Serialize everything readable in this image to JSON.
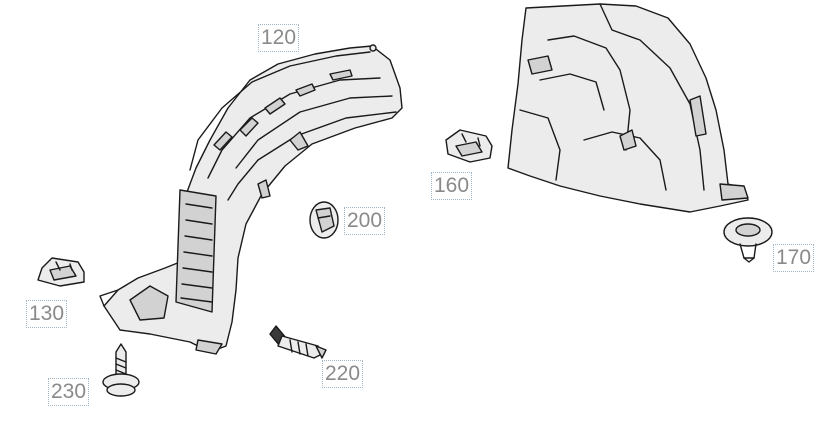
{
  "parts": [
    {
      "id": "p120",
      "label": "120",
      "name": "front wheel arch liner"
    },
    {
      "id": "p130",
      "label": "130",
      "name": "clip nut"
    },
    {
      "id": "p160",
      "label": "160",
      "name": "clip nut"
    },
    {
      "id": "p170",
      "label": "170",
      "name": "push rivet"
    },
    {
      "id": "p200",
      "label": "200",
      "name": "expanding nut"
    },
    {
      "id": "p220",
      "label": "220",
      "name": "expanding rivet"
    },
    {
      "id": "p230",
      "label": "230",
      "name": "screw"
    }
  ],
  "colors": {
    "line": "#1a1a1a",
    "fill": "#ececec",
    "shade": "#d2d2d2",
    "callout_text": "#8a8a8a",
    "callout_border": "#9fb6c9"
  }
}
